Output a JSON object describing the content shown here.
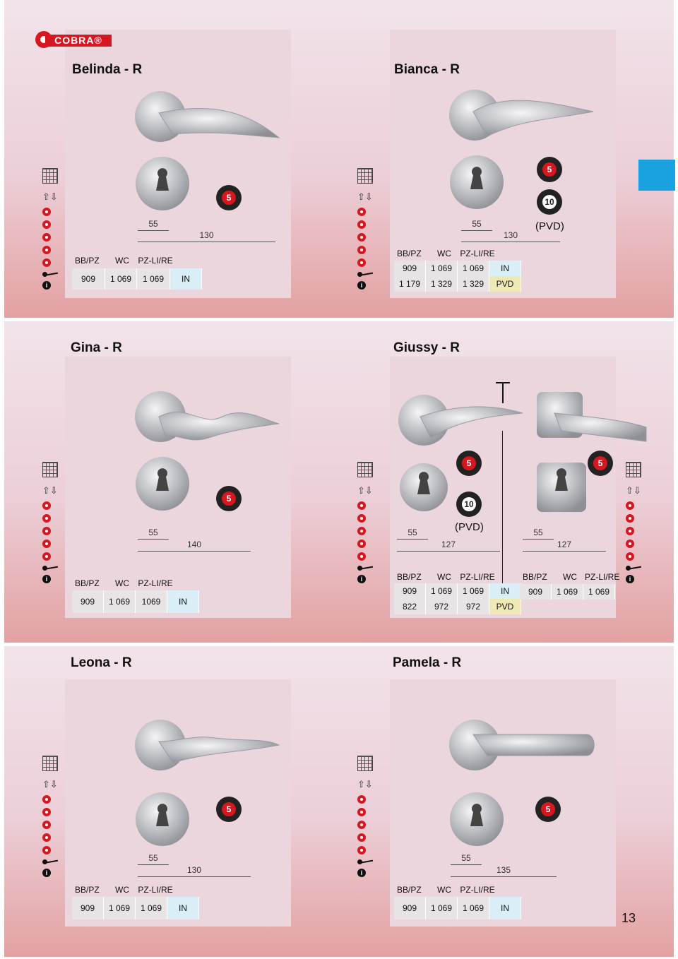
{
  "brand": {
    "logo_text": "COBRA®"
  },
  "page_number": "13",
  "products": [
    {
      "title": "Belinda - R",
      "dim_small": "55",
      "dim_large": "130",
      "pvd_note": "",
      "headers": [
        "BB/PZ",
        "WC",
        "PZ-LI/RE"
      ],
      "rows": [
        {
          "cells": [
            "909",
            "1 069",
            "1 069"
          ],
          "finish": "IN"
        }
      ]
    },
    {
      "title": "Bianca - R",
      "dim_small": "55",
      "dim_large": "130",
      "pvd_note": "(PVD)",
      "headers": [
        "BB/PZ",
        "WC",
        "PZ-LI/RE"
      ],
      "rows": [
        {
          "cells": [
            "909",
            "1 069",
            "1 069"
          ],
          "finish": "IN"
        },
        {
          "cells": [
            "1 179",
            "1 329",
            "1 329"
          ],
          "finish": "PVD"
        }
      ]
    },
    {
      "title": "Gina - R",
      "dim_small": "55",
      "dim_large": "140",
      "pvd_note": "",
      "headers": [
        "BB/PZ",
        "WC",
        "PZ-LI/RE"
      ],
      "rows": [
        {
          "cells": [
            "909",
            "1 069",
            "1069"
          ],
          "finish": "IN"
        }
      ]
    },
    {
      "title": "Giussy - R",
      "dim_small": "55",
      "dim_large": "127",
      "pvd_note": "(PVD)",
      "headers": [
        "BB/PZ",
        "WC",
        "PZ-LI/RE"
      ],
      "rows": [
        {
          "cells": [
            "909",
            "1 069",
            "1 069"
          ],
          "finish": "IN"
        },
        {
          "cells": [
            "822",
            "972",
            "972"
          ],
          "finish": "PVD"
        }
      ],
      "square_variant": {
        "dim_small": "55",
        "dim_large": "127",
        "headers": [
          "BB/PZ",
          "WC",
          "PZ-LI/RE"
        ],
        "rows": [
          {
            "cells": [
              "909",
              "1 069",
              "1 069"
            ]
          }
        ]
      }
    },
    {
      "title": "Leona - R",
      "dim_small": "55",
      "dim_large": "130",
      "pvd_note": "",
      "headers": [
        "BB/PZ",
        "WC",
        "PZ-LI/RE"
      ],
      "rows": [
        {
          "cells": [
            "909",
            "1 069",
            "1 069"
          ],
          "finish": "IN"
        }
      ]
    },
    {
      "title": "Pamela - R",
      "dim_small": "55",
      "dim_large": "135",
      "pvd_note": "",
      "headers": [
        "BB/PZ",
        "WC",
        "PZ-LI/RE"
      ],
      "rows": [
        {
          "cells": [
            "909",
            "1 069",
            "1 069"
          ],
          "finish": "IN"
        }
      ]
    }
  ],
  "guarantee": {
    "years_5": "5",
    "years_10": "10"
  },
  "icons": [
    "grid-icon",
    "door-direction-icon",
    "cobra-c-icon",
    "key-icon",
    "info-icon",
    "guarantee-badge-icon"
  ],
  "colors": {
    "brand_red": "#d7171f",
    "accent_blue": "#1aa2e0",
    "in_cell": "#d9eef6",
    "pvd_cell": "#efe9b6"
  }
}
